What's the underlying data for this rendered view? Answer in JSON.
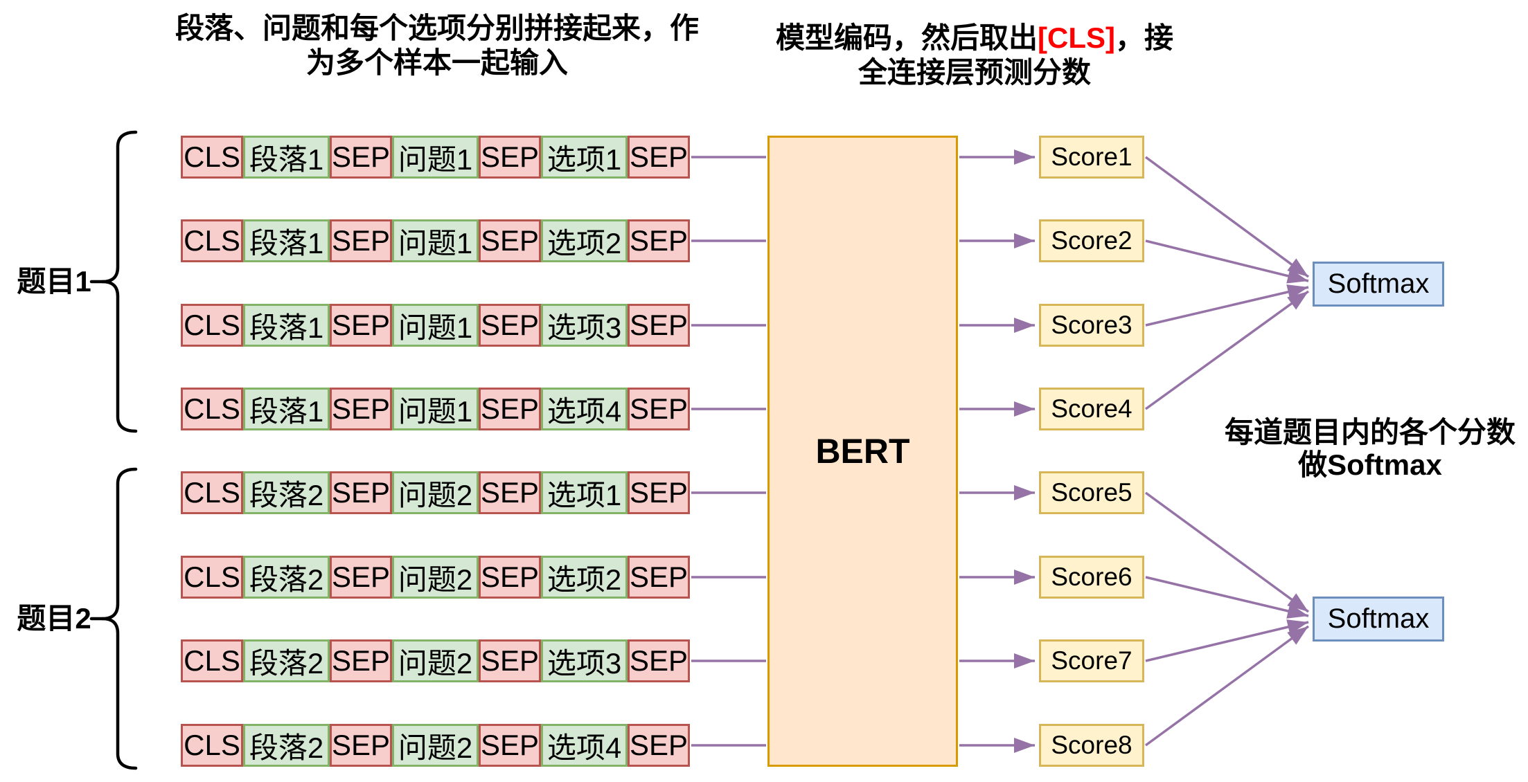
{
  "titles": {
    "input_note_line1": "段落、问题和每个选项分别拼接起来，作",
    "input_note_line2": "为多个样本一起输入",
    "encode_note_pre": "模型编码，然后取出",
    "encode_note_cls": "[CLS]",
    "encode_note_post": "，接",
    "encode_note_line2": "全连接层预测分数",
    "softmax_note_line1": "每道题目内的各个分数",
    "softmax_note_line2": "做Softmax"
  },
  "groups": [
    {
      "label": "题目1"
    },
    {
      "label": "题目2"
    }
  ],
  "rows": [
    {
      "t0": "CLS",
      "t1": "段落1",
      "t2": "SEP",
      "t3": "问题1",
      "t4": "SEP",
      "t5": "选项1",
      "t6": "SEP"
    },
    {
      "t0": "CLS",
      "t1": "段落1",
      "t2": "SEP",
      "t3": "问题1",
      "t4": "SEP",
      "t5": "选项2",
      "t6": "SEP"
    },
    {
      "t0": "CLS",
      "t1": "段落1",
      "t2": "SEP",
      "t3": "问题1",
      "t4": "SEP",
      "t5": "选项3",
      "t6": "SEP"
    },
    {
      "t0": "CLS",
      "t1": "段落1",
      "t2": "SEP",
      "t3": "问题1",
      "t4": "SEP",
      "t5": "选项4",
      "t6": "SEP"
    },
    {
      "t0": "CLS",
      "t1": "段落2",
      "t2": "SEP",
      "t3": "问题2",
      "t4": "SEP",
      "t5": "选项1",
      "t6": "SEP"
    },
    {
      "t0": "CLS",
      "t1": "段落2",
      "t2": "SEP",
      "t3": "问题2",
      "t4": "SEP",
      "t5": "选项2",
      "t6": "SEP"
    },
    {
      "t0": "CLS",
      "t1": "段落2",
      "t2": "SEP",
      "t3": "问题2",
      "t4": "SEP",
      "t5": "选项3",
      "t6": "SEP"
    },
    {
      "t0": "CLS",
      "t1": "段落2",
      "t2": "SEP",
      "t3": "问题2",
      "t4": "SEP",
      "t5": "选项4",
      "t6": "SEP"
    }
  ],
  "bert": {
    "label": "BERT"
  },
  "scores": [
    {
      "label": "Score1"
    },
    {
      "label": "Score2"
    },
    {
      "label": "Score3"
    },
    {
      "label": "Score4"
    },
    {
      "label": "Score5"
    },
    {
      "label": "Score6"
    },
    {
      "label": "Score7"
    },
    {
      "label": "Score8"
    }
  ],
  "softmax": [
    {
      "label": "Softmax"
    },
    {
      "label": "Softmax"
    }
  ],
  "colors": {
    "special_token_fill": "#f8cecc",
    "special_token_stroke": "#b85450",
    "content_token_fill": "#d5e8d4",
    "content_token_stroke": "#82b366",
    "bert_fill": "#ffe6cc",
    "bert_stroke": "#d79b00",
    "score_fill": "#fff2cc",
    "score_stroke": "#d6b656",
    "softmax_fill": "#dae8fc",
    "softmax_stroke": "#6c8ebf",
    "arrow": "#9673a6",
    "cls_highlight": "#ff0000",
    "brace": "#000000"
  }
}
